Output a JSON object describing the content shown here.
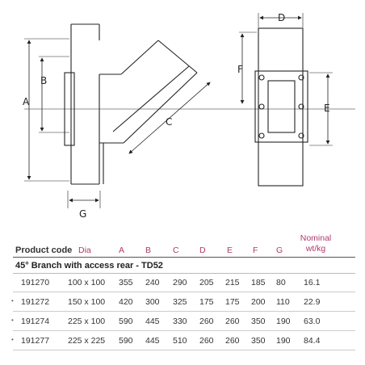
{
  "labels": {
    "a": "A",
    "b": "B",
    "c": "C",
    "d": "D",
    "e": "E",
    "f": "F",
    "g": "G"
  },
  "table": {
    "headers": {
      "code": "Product code",
      "dia": "Dia",
      "a": "A",
      "b": "B",
      "c": "C",
      "d": "D",
      "e": "E",
      "f": "F",
      "g": "G",
      "nominal_1": "Nominal",
      "nominal_2": "wt/kg"
    },
    "section_title": "45° Branch with access rear - TD52",
    "rows": [
      {
        "code": "191270",
        "dia": "100 x 100",
        "a": "355",
        "b": "240",
        "c": "290",
        "d": "205",
        "e": "215",
        "f": "185",
        "g": "80",
        "wt": "16.1",
        "bullet": ""
      },
      {
        "code": "191272",
        "dia": "150 x 100",
        "a": "420",
        "b": "300",
        "c": "325",
        "d": "175",
        "e": "175",
        "f": "200",
        "g": "110",
        "wt": "22.9",
        "bullet": "•"
      },
      {
        "code": "191274",
        "dia": "225 x 100",
        "a": "590",
        "b": "445",
        "c": "330",
        "d": "260",
        "e": "260",
        "f": "350",
        "g": "190",
        "wt": "63.0",
        "bullet": "•"
      },
      {
        "code": "191277",
        "dia": "225 x 225",
        "a": "590",
        "b": "445",
        "c": "510",
        "d": "260",
        "e": "260",
        "f": "350",
        "g": "190",
        "wt": "84.4",
        "bullet": "•"
      }
    ]
  }
}
